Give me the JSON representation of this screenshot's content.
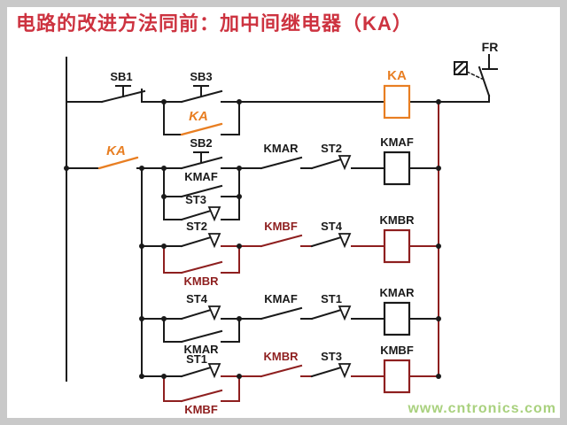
{
  "title": "电路的改进方法同前：加中间继电器（KA）",
  "watermark": "www.cntronics.com",
  "colors": {
    "title_red": "#cd3340",
    "ka_orange": "#e87e22",
    "dark_red": "#8e1f1f",
    "wire_black": "#1a1a1a",
    "watermark_green": "#a9d17e",
    "frame_gray": "#c9c9c9"
  },
  "labels": {
    "fr": "FR",
    "sb1": "SB1",
    "sb3": "SB3",
    "ka_bypass": "KA",
    "ka_coil": "KA",
    "ka_contact": "KA",
    "sb2": "SB2",
    "kmaf_bypass": "KMAF",
    "st3_bypass": "ST3",
    "kmar_r2": "KMAR",
    "st2_r2": "ST2",
    "kmaf_coil": "KMAF",
    "st2_r3": "ST2",
    "kmbr_bypass": "KMBR",
    "kmbf_r3": "KMBF",
    "st4_r3": "ST4",
    "kmbr_coil": "KMBR",
    "st4_r4": "ST4",
    "kmar_bypass": "KMAR",
    "kmaf_r4": "KMAF",
    "st1_r4": "ST1",
    "kmar_coil": "KMAR",
    "st1_r5": "ST1",
    "kmbf_bypass": "KMBF",
    "kmbr_r5": "KMBR",
    "st3_r5": "ST3",
    "kmbf_coil": "KMBF"
  }
}
